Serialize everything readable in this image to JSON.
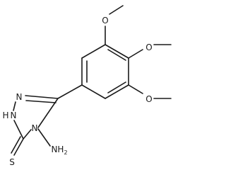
{
  "molecule": {
    "atoms": {
      "methoxy_top_o": "O",
      "methoxy_right_o": "O",
      "methoxy_bottom_o": "O",
      "ring_n_upper": "N",
      "ring_nh_h": "H",
      "ring_nh_n": "N",
      "thione_s": "S",
      "amino_n": "NH",
      "amino_sub": "2"
    }
  }
}
